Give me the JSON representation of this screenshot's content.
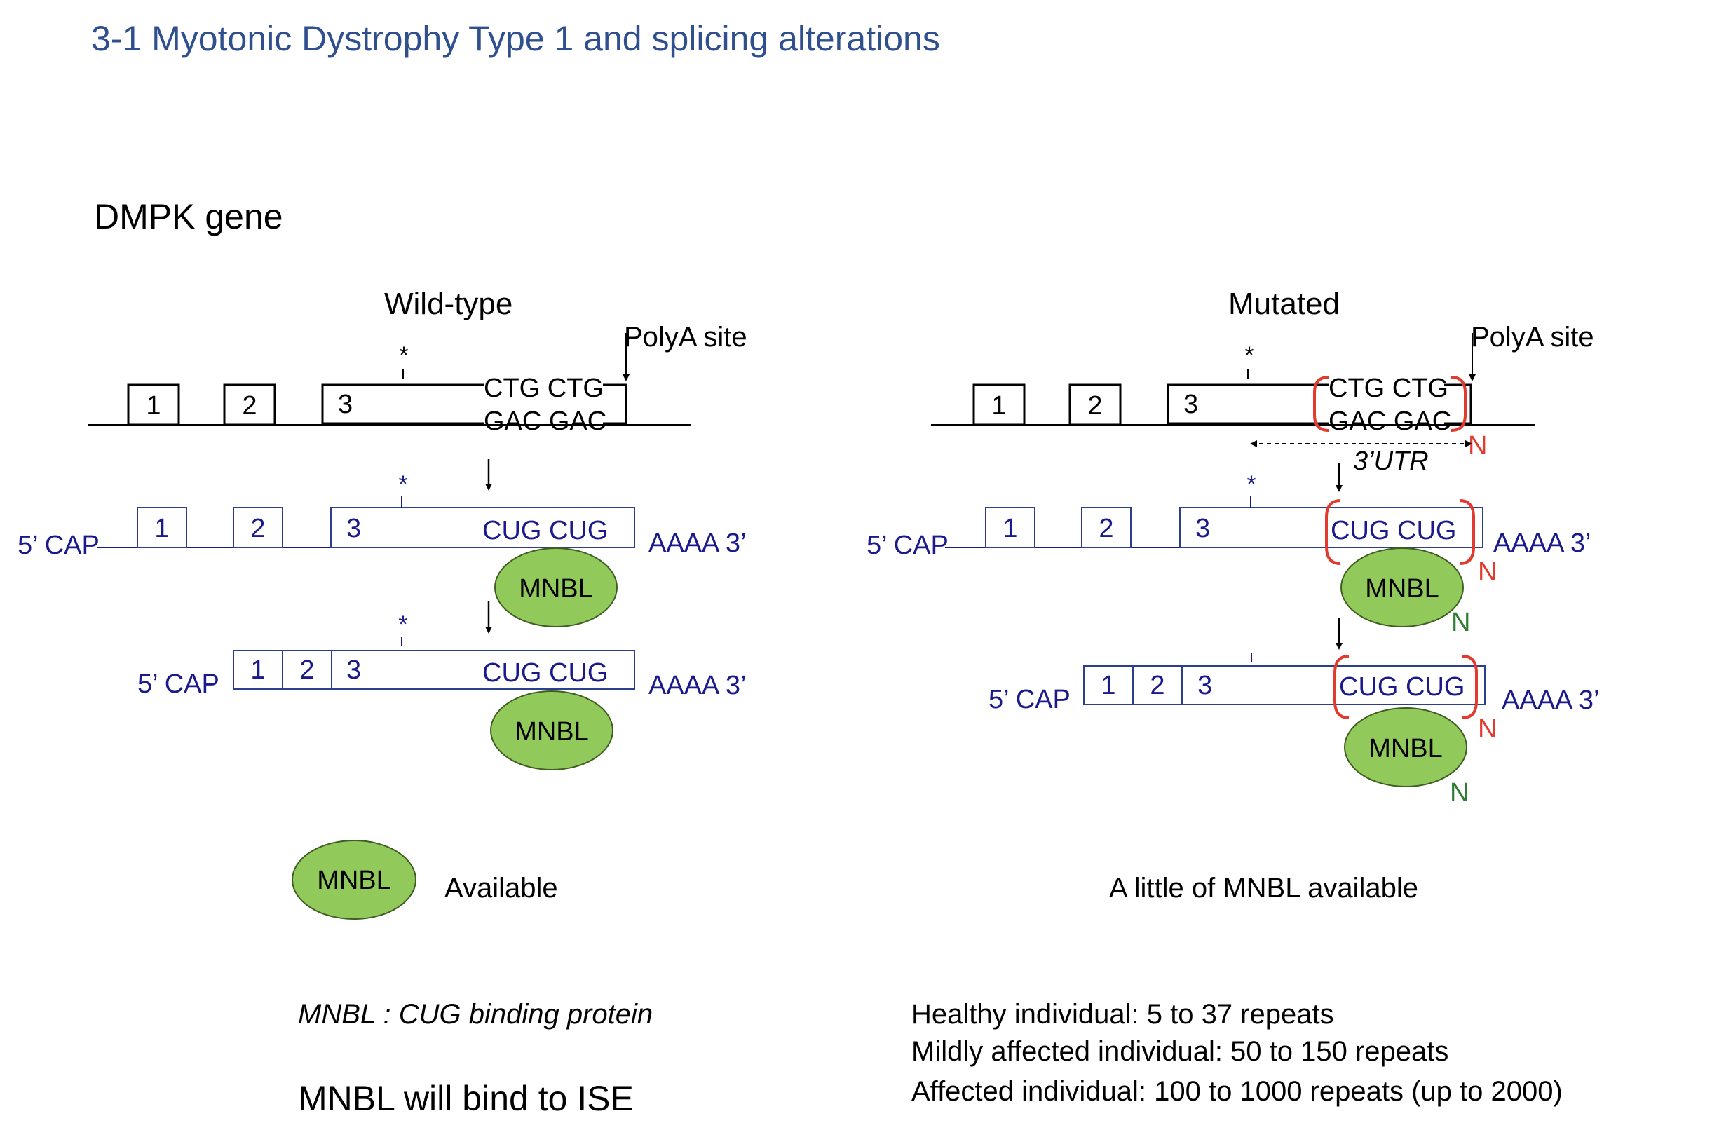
{
  "title": "3-1 Myotonic Dystrophy Type 1 and splicing alterations",
  "gene_label": "DMPK gene",
  "colors": {
    "title": "#2F4F8F",
    "rna_blue": "#1A1A8C",
    "bracket_red": "#E23B2E",
    "n_green": "#2E7D32",
    "mnbl_fill": "#92C95B",
    "mnbl_stroke": "#3F5E22"
  },
  "wild_type": {
    "heading": "Wild-type",
    "polya_label": "PolyA site",
    "dna": {
      "exon1": "1",
      "exon2": "2",
      "exon3": "3",
      "top_seq": "CTG CTG",
      "bottom_seq": "GAC GAC",
      "star": "*"
    },
    "pre_mrna": {
      "cap": "5’ CAP",
      "exon1": "1",
      "exon2": "2",
      "exon3": "3",
      "seq": "CUG CUG",
      "tail": "AAAA 3’",
      "star": "*",
      "protein": "MNBL"
    },
    "mrna": {
      "cap": "5’ CAP",
      "exon1": "1",
      "exon2": "2",
      "exon3": "3",
      "seq": "CUG CUG",
      "tail": "AAAA 3’",
      "star": "*",
      "protein": "MNBL"
    },
    "free_protein": "MNBL",
    "availability": "Available",
    "definition": "MNBL : CUG binding protein",
    "conclusion": "MNBL will bind to ISE"
  },
  "mutated": {
    "heading": "Mutated",
    "polya_label": "PolyA site",
    "dna": {
      "exon1": "1",
      "exon2": "2",
      "exon3": "3",
      "top_seq": "CTG CTG",
      "bottom_seq": "GAC GAC",
      "star": "*",
      "repeat": "N",
      "utr": "3’UTR"
    },
    "pre_mrna": {
      "cap": "5’ CAP",
      "exon1": "1",
      "exon2": "2",
      "exon3": "3",
      "seq": "CUG CUG",
      "tail": "AAAA 3’",
      "star": "*",
      "protein": "MNBL",
      "repeat": "N",
      "protein_repeat": "N"
    },
    "mrna": {
      "cap": "5’ CAP",
      "exon1": "1",
      "exon2": "2",
      "exon3": "3",
      "seq": "CUG CUG",
      "tail": "AAAA 3’",
      "protein": "MNBL",
      "repeat": "N",
      "protein_repeat": "N"
    },
    "availability": "A little of MNBL available",
    "repeat_counts": [
      "Healthy individual: 5 to 37 repeats",
      "Mildly affected individual: 50 to 150 repeats",
      "Affected individual: 100 to 1000 repeats (up to 2000)"
    ]
  }
}
